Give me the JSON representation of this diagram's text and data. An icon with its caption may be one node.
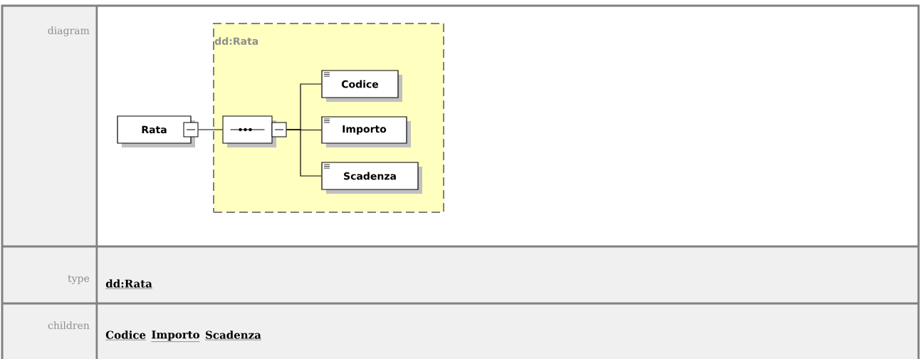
{
  "diagram": {
    "nodes": [
      {
        "text": [
          "dd:Rata"
        ]
      },
      {
        "text": [
          "Rata"
        ]
      },
      {
        "text": [],
        "shape": "octagon",
        "in": 0
      },
      {
        "text": [
          "Codice"
        ],
        "in": 0
      },
      {
        "text": [
          "Importo"
        ],
        "in": 0
      },
      {
        "text": [
          "Scadenza"
        ],
        "in": 0
      }
    ],
    "edges": [
      {
        "from": 1,
        "to": 2,
        "arrow": "none"
      },
      {
        "from": 2,
        "to": 3,
        "arrow": "none"
      },
      {
        "from": 2,
        "to": 4,
        "arrow": "none"
      },
      {
        "from": 2,
        "to": 5,
        "arrow": "none"
      }
    ],
    "labels": [
      "diagram",
      "type",
      "dd:Rata",
      "children",
      "Codice",
      "Importo",
      "Scadenza"
    ]
  }
}
